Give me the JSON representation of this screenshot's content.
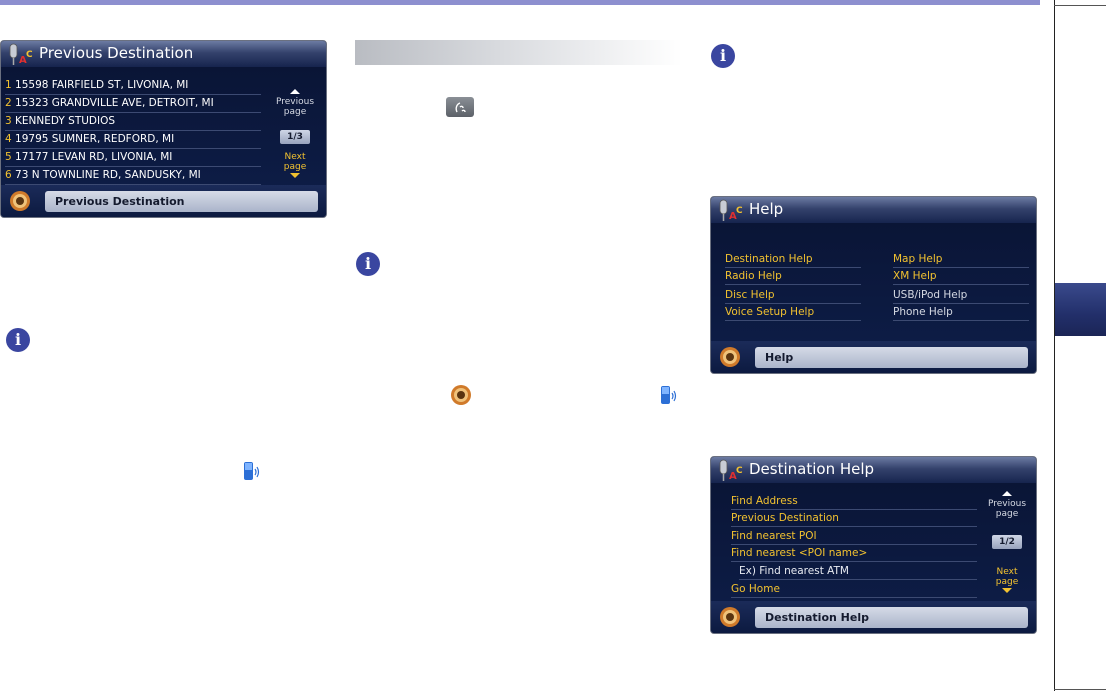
{
  "screens": {
    "previous_destination": {
      "title": "Previous Destination",
      "items": [
        {
          "num": "1",
          "text": "15598 FAIRFIELD ST, LIVONIA, MI"
        },
        {
          "num": "2",
          "text": "15323 GRANDVILLE AVE, DETROIT, MI"
        },
        {
          "num": "3",
          "text": "KENNEDY STUDIOS"
        },
        {
          "num": "4",
          "text": "19795 SUMNER, REDFORD, MI"
        },
        {
          "num": "5",
          "text": "17177 LEVAN RD, LIVONIA, MI"
        },
        {
          "num": "6",
          "text": "73 N TOWNLINE RD, SANDUSKY, MI"
        }
      ],
      "previous_page": "Previous page",
      "page_indicator": "1/3",
      "next_page": "Next page",
      "status": "Previous Destination"
    },
    "help": {
      "title": "Help",
      "left_items": [
        "Destination Help",
        "Radio Help",
        "Disc Help",
        "Voice Setup Help"
      ],
      "right_items": [
        "Map Help",
        "XM Help",
        "USB/iPod Help",
        "Phone Help"
      ],
      "status": "Help"
    },
    "destination_help": {
      "title": "Destination Help",
      "items": [
        "Find Address",
        "Previous Destination",
        "Find nearest POI",
        "Find nearest <POI name>",
        "Ex) Find nearest ATM",
        "Go Home"
      ],
      "previous_page": "Previous page",
      "page_indicator": "1/2",
      "next_page": "Next page",
      "status": "Destination Help"
    }
  },
  "icons": {
    "info": "i",
    "voice_button": "voice-button-icon",
    "speaker": "speaker-icon",
    "phone": "phone-voice-icon"
  },
  "colors": {
    "accent_bar": "#8d8fcf",
    "info_icon": "#3a46a0",
    "screen_background": "#0b1c44",
    "highlight_text": "#f2c230",
    "chapter_tab": "#222f6a"
  }
}
